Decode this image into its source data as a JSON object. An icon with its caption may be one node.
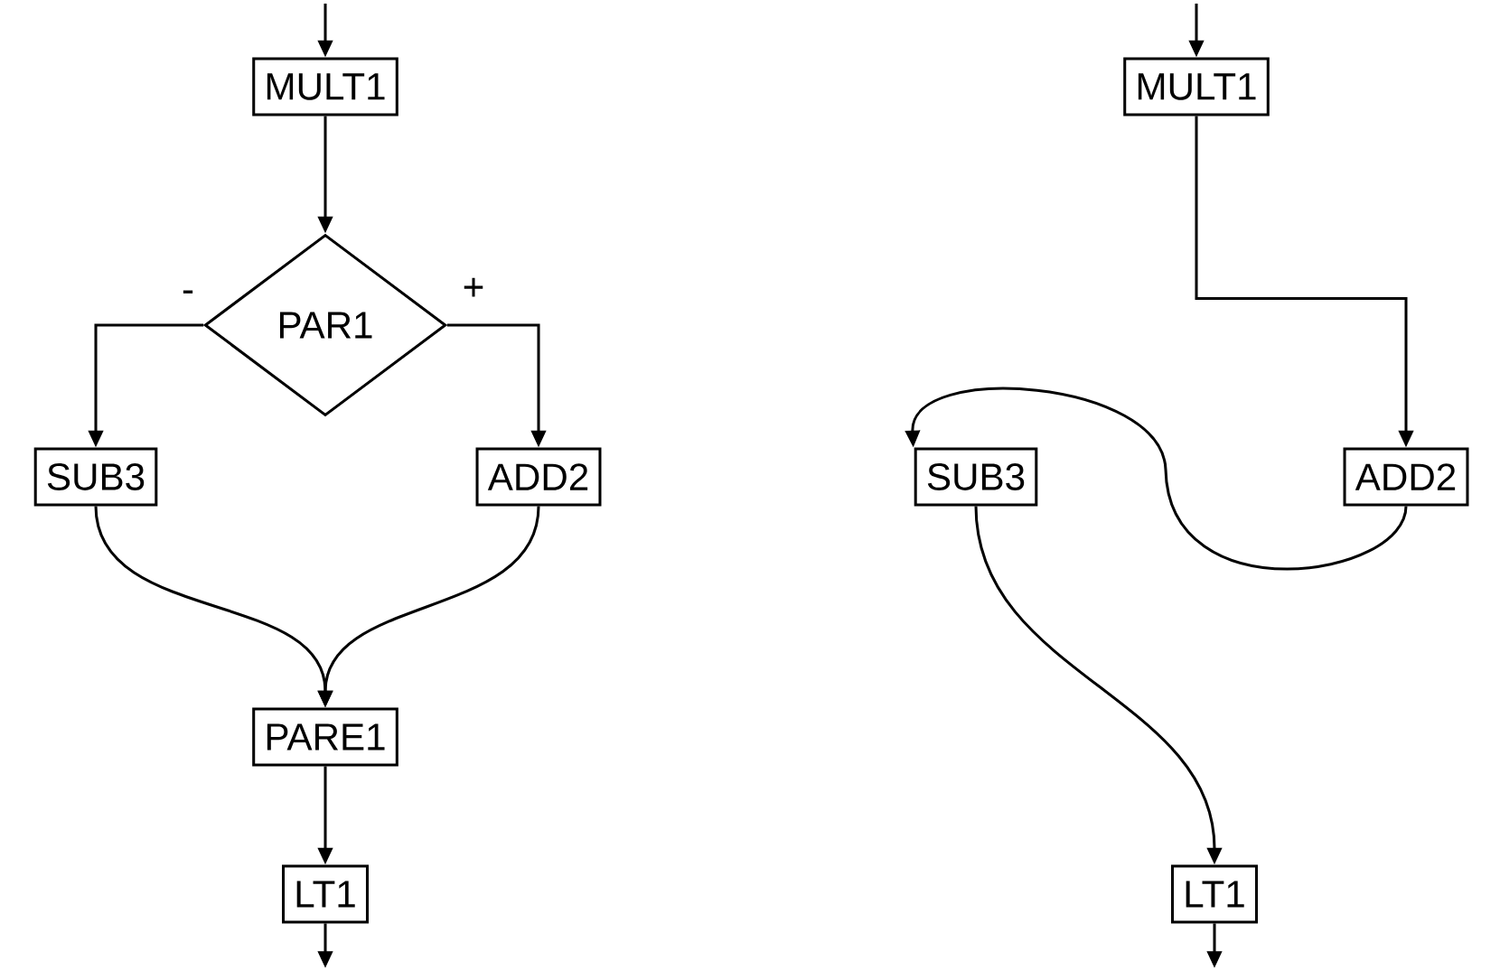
{
  "diagram": {
    "nodes": [
      {
        "text": [
          "MULT1"
        ]
      },
      {
        "text": [
          "PAR1"
        ]
      },
      {
        "text": [
          "SUB3"
        ]
      },
      {
        "text": [
          "ADD2"
        ]
      },
      {
        "text": [
          "PARE1"
        ]
      },
      {
        "text": [
          "LT1"
        ]
      },
      {
        "text": [
          "MULT1"
        ]
      },
      {
        "text": [
          "SUB3"
        ]
      },
      {
        "text": [
          "ADD2"
        ]
      },
      {
        "text": [
          "LT1"
        ]
      }
    ],
    "edges": [
      {
        "from": null,
        "to": 0,
        "arrow": "to"
      },
      {
        "from": 0,
        "to": 1,
        "arrow": "to"
      },
      {
        "from": 1,
        "to": 2,
        "arrow": "to",
        "label": "-"
      },
      {
        "from": 1,
        "to": 3,
        "arrow": "to",
        "label": "+"
      },
      {
        "from": 2,
        "to": 4,
        "arrow": "to"
      },
      {
        "from": 3,
        "to": 4,
        "arrow": "to"
      },
      {
        "from": 4,
        "to": 5,
        "arrow": "to"
      },
      {
        "from": 5,
        "to": null,
        "arrow": "to"
      },
      {
        "from": null,
        "to": 6,
        "arrow": "to"
      },
      {
        "from": 6,
        "to": 8,
        "arrow": "to"
      },
      {
        "from": 8,
        "to": 7,
        "arrow": "to"
      },
      {
        "from": 7,
        "to": 9,
        "arrow": "to"
      },
      {
        "from": 9,
        "to": null,
        "arrow": "to"
      }
    ]
  }
}
